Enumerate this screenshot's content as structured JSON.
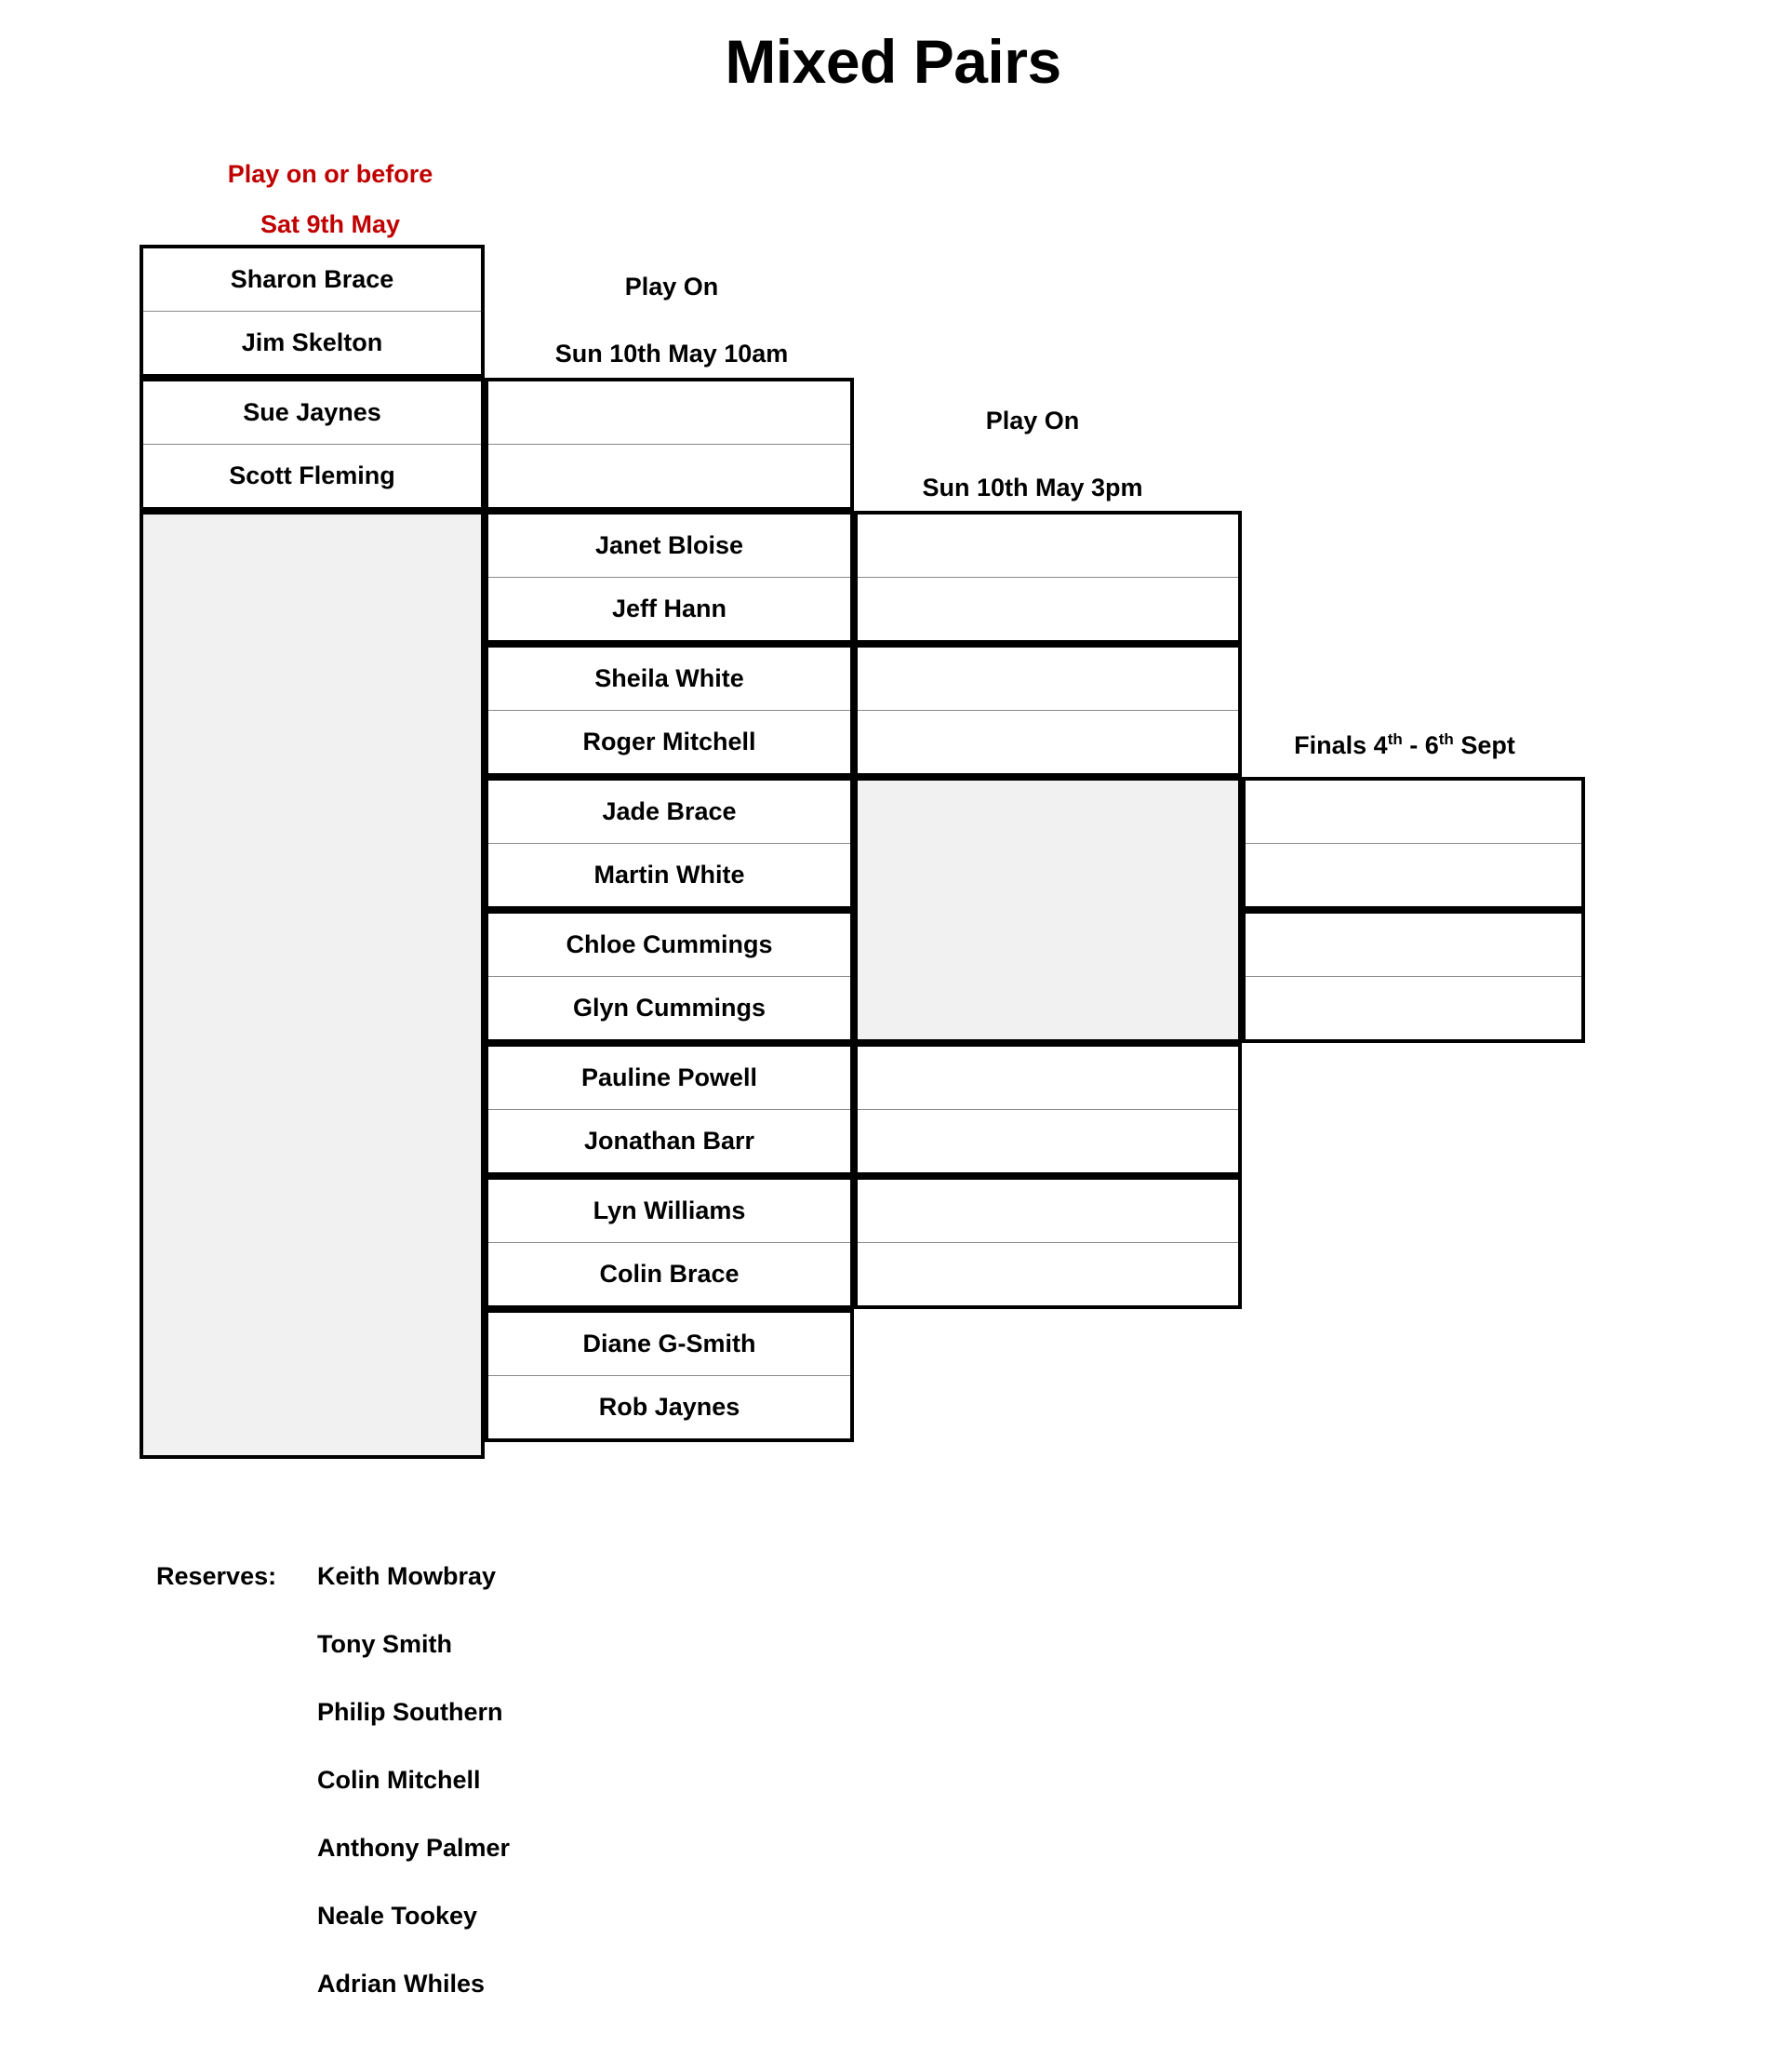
{
  "page": {
    "title": "Mixed Pairs",
    "background_color": "#ffffff",
    "accent_color": "#C00000",
    "shaded_cell_color": "#F1F1F1"
  },
  "deadline_note": {
    "line1": "Play on or before",
    "line2": "Sat 9th May",
    "color": "#C00000"
  },
  "round_captions": {
    "round2": {
      "line1": "Play On",
      "line2": "Sun 10th May 10am"
    },
    "round3": {
      "line1": "Play On",
      "line2": "Sun 10th May 3pm"
    },
    "finals": {
      "prefix": "Finals 4",
      "sup1": "th",
      "middle": " - 6",
      "sup2": "th",
      "suffix": " Sept"
    }
  },
  "bracket": {
    "round1": {
      "pairs": [
        {
          "player1": "Sharon Brace",
          "player2": "Jim Skelton"
        },
        {
          "player1": "Sue Jaynes",
          "player2": "Scott Fleming"
        }
      ],
      "empty_block": true
    },
    "round2": {
      "pairs": [
        {
          "player1": "",
          "player2": ""
        },
        {
          "player1": "Janet Bloise",
          "player2": "Jeff Hann"
        },
        {
          "player1": "Sheila White",
          "player2": "Roger Mitchell"
        },
        {
          "player1": "Jade Brace",
          "player2": "Martin White"
        },
        {
          "player1": "Chloe Cummings",
          "player2": "Glyn Cummings"
        },
        {
          "player1": "Pauline Powell",
          "player2": "Jonathan Barr"
        },
        {
          "player1": "Lyn Williams",
          "player2": "Colin Brace"
        },
        {
          "player1": "Diane G-Smith",
          "player2": "Rob Jaynes"
        }
      ]
    },
    "round3": {
      "pairs": [
        {
          "player1": "",
          "player2": ""
        },
        {
          "player1": "",
          "player2": ""
        },
        {
          "player1": "",
          "player2": ""
        },
        {
          "player1": "",
          "player2": ""
        },
        {
          "player1": "",
          "player2": ""
        }
      ],
      "shaded_block": true
    },
    "finals": {
      "pairs": [
        {
          "player1": "",
          "player2": ""
        },
        {
          "player1": "",
          "player2": ""
        }
      ]
    }
  },
  "reserves": {
    "label": "Reserves:",
    "names": [
      "Keith Mowbray",
      "Tony Smith",
      "Philip Southern",
      "Colin Mitchell",
      "Anthony Palmer",
      "Neale Tookey",
      "Adrian Whiles"
    ]
  }
}
